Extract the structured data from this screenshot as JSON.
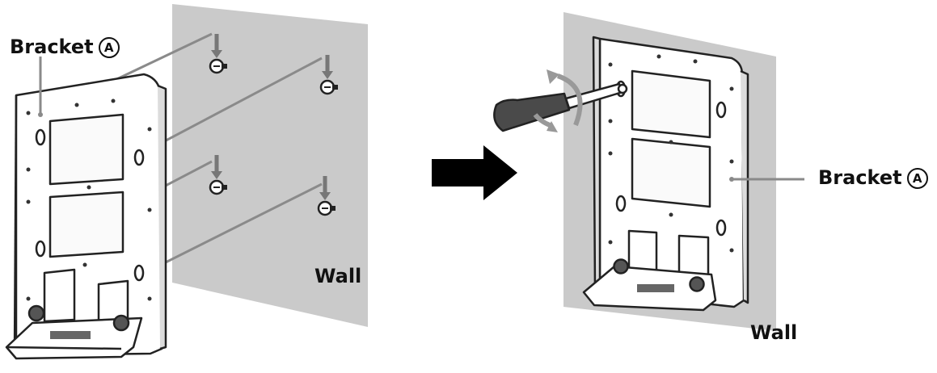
{
  "labels": {
    "bracket_left": "Bracket",
    "bracket_right": "Bracket",
    "bracket_mark": "A",
    "wall_left": "Wall",
    "wall_right": "Wall"
  },
  "colors": {
    "wall": "#cacaca",
    "line": "#222222",
    "screw_arrow": "#777777",
    "guide_line": "#8a8a8a",
    "step_arrow": "#000000"
  },
  "icons": [
    "screw-icon",
    "screwdriver-icon",
    "rotation-arrow-icon",
    "step-arrow-icon"
  ]
}
